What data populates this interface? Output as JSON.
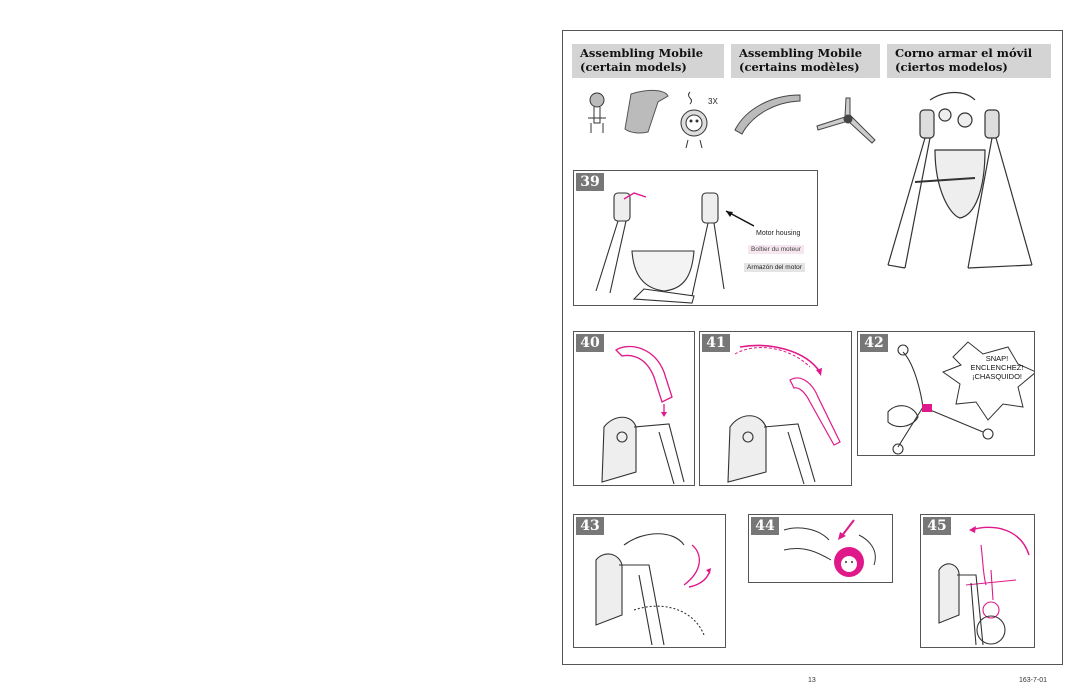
{
  "headers": {
    "en": [
      "Assembling Mobile",
      "(certain models)"
    ],
    "fr": [
      "Assembling Mobile",
      "(certains modèles)"
    ],
    "es": [
      "Corno armar el móvil",
      "(ciertos modelos)"
    ]
  },
  "parts": {
    "qty_label": "3X"
  },
  "steps": {
    "s39": "39",
    "s40": "40",
    "s41": "41",
    "s42": "42",
    "s43": "43",
    "s44": "44",
    "s45": "45"
  },
  "step39": {
    "callout_en": "Motor housing",
    "callout_fr": "Boîtier du moteur",
    "callout_es": "Armazón del motor"
  },
  "step42": {
    "snap_en": "SNAP!",
    "snap_fr": "ENCLENCHEZ!",
    "snap_es": "¡CHASQUIDO!"
  },
  "footer": {
    "page": "13",
    "code": "163-7-01"
  },
  "colors": {
    "accent": "#e0198a",
    "header_bg": "#d4d4d4",
    "stepnum_bg": "#777777"
  }
}
